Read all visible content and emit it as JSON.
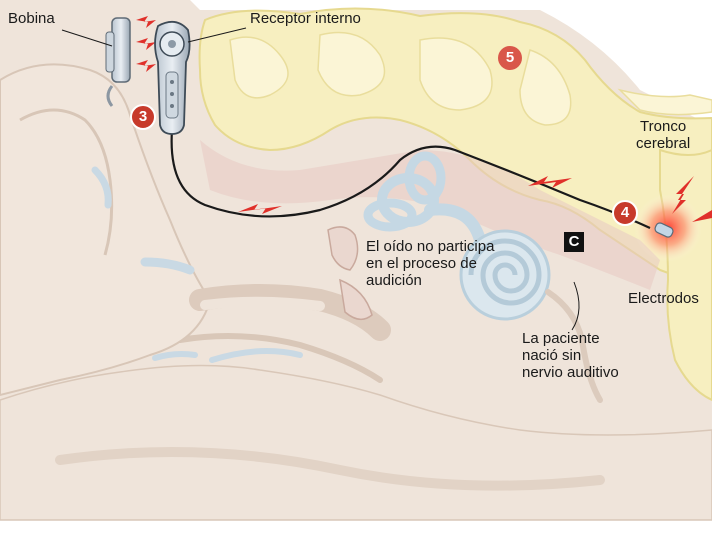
{
  "labels": {
    "bobina": "Bobina",
    "receptor": "Receptor interno",
    "tronco": "Tronco\ncerebral",
    "electrodos": "Electrodos",
    "oido": "El oído no participa\nen el proceso de\naudición",
    "paciente": "La paciente\nnació sin\nnervio auditivo"
  },
  "markers": {
    "step3": "3",
    "step4": "4",
    "step5": "5",
    "section": "C"
  },
  "colors": {
    "skin": "#eee2d7",
    "skin_shadow": "#dccbbd",
    "brain": "#f7efc0",
    "brain_outline": "#e6d98f",
    "inner_ear": "#cfe0ea",
    "cable": "#1a1a1a",
    "marker_red": "#c73a2b",
    "signal_red": "#e0302a"
  }
}
